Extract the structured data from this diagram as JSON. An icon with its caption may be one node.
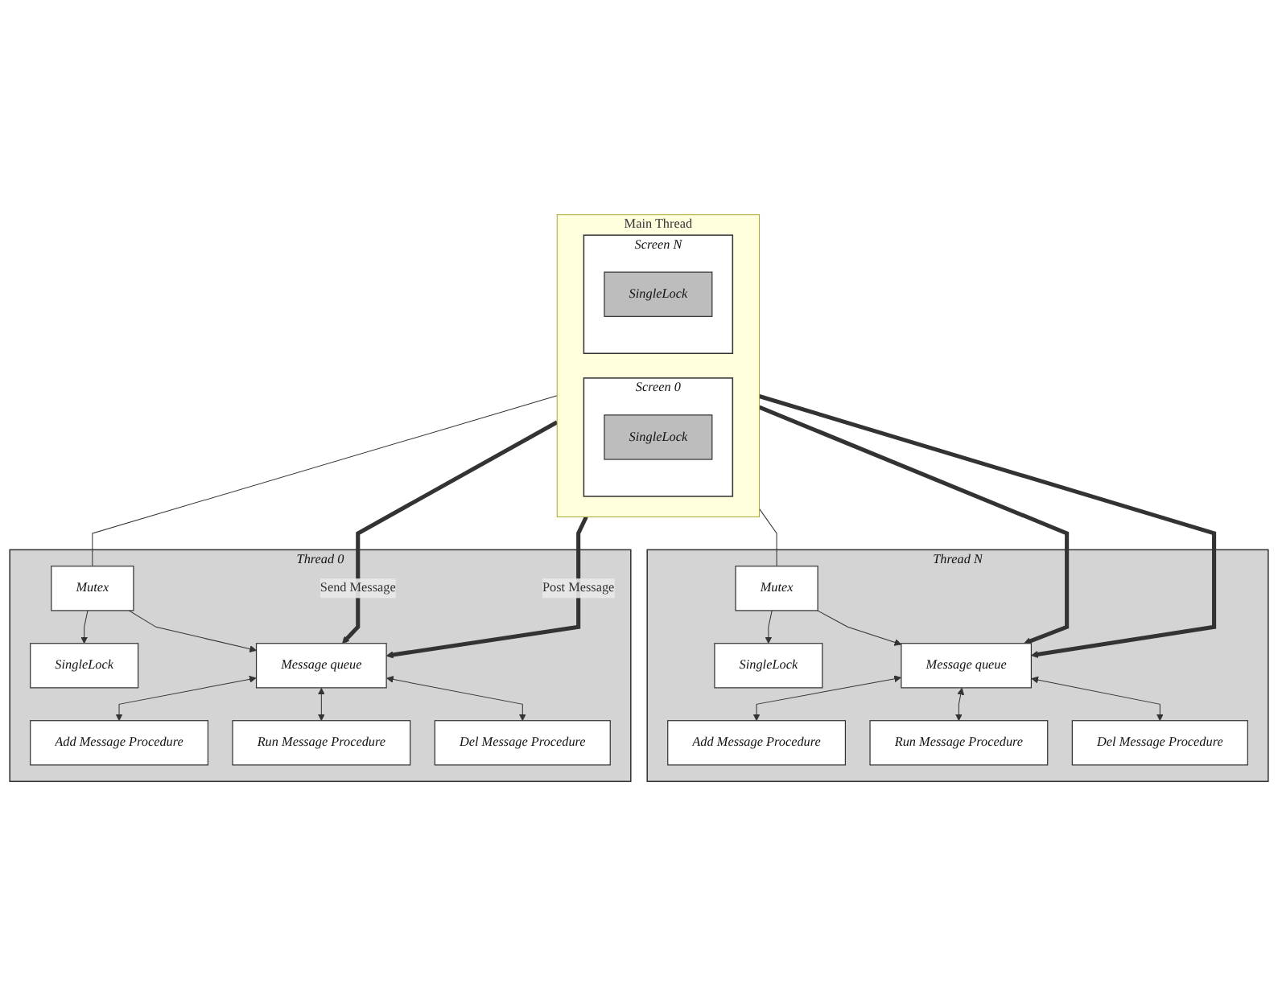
{
  "diagram": {
    "nodes": [
      {
        "text": [
          "Main Thread"
        ]
      },
      {
        "text": [
          "Screen 0"
        ],
        "in": 0
      },
      {
        "text": [
          "SingleLock"
        ],
        "in": 1
      },
      {
        "text": [
          "Screen N"
        ],
        "in": 0
      },
      {
        "text": [
          "SingleLock"
        ],
        "in": 3
      },
      {
        "text": [
          "Thread 0"
        ]
      },
      {
        "text": [
          "Mutex"
        ],
        "in": 5
      },
      {
        "text": [
          "Message queue"
        ],
        "in": 5
      },
      {
        "text": [
          "SingleLock"
        ],
        "in": 5
      },
      {
        "text": [
          "Add Message Procedure"
        ],
        "in": 5
      },
      {
        "text": [
          "Run Message Procedure"
        ],
        "in": 5
      },
      {
        "text": [
          "Del Message Procedure"
        ],
        "in": 5
      },
      {
        "text": [
          "Thread N"
        ]
      },
      {
        "text": [
          "Mutex"
        ],
        "in": 12
      },
      {
        "text": [
          "Message queue"
        ],
        "in": 12
      },
      {
        "text": [
          "SingleLock"
        ],
        "in": 12
      },
      {
        "text": [
          "Add Message Procedure"
        ],
        "in": 12
      },
      {
        "text": [
          "Run Message Procedure"
        ],
        "in": 12
      },
      {
        "text": [
          "Del Message Procedure"
        ],
        "in": 12
      }
    ],
    "edges": [
      {
        "from": 0,
        "to": 6,
        "arrow": "none"
      },
      {
        "from": 0,
        "to": 7,
        "arrow": "to",
        "style": "thick",
        "label": "Send Message"
      },
      {
        "from": 0,
        "to": 7,
        "arrow": "to",
        "style": "thick",
        "label": "Post Message"
      },
      {
        "from": 0,
        "to": 13,
        "arrow": "none"
      },
      {
        "from": 0,
        "to": 14,
        "arrow": "to",
        "style": "thick"
      },
      {
        "from": 0,
        "to": 14,
        "arrow": "to",
        "style": "thick"
      },
      {
        "from": 6,
        "to": 8,
        "arrow": "to"
      },
      {
        "from": 6,
        "to": 7,
        "arrow": "to"
      },
      {
        "from": 7,
        "to": 9,
        "arrow": "both"
      },
      {
        "from": 7,
        "to": 10,
        "arrow": "both"
      },
      {
        "from": 7,
        "to": 11,
        "arrow": "both"
      },
      {
        "from": 13,
        "to": 15,
        "arrow": "to"
      },
      {
        "from": 13,
        "to": 14,
        "arrow": "to"
      },
      {
        "from": 14,
        "to": 16,
        "arrow": "both"
      },
      {
        "from": 14,
        "to": 17,
        "arrow": "both"
      },
      {
        "from": 14,
        "to": 18,
        "arrow": "both"
      }
    ]
  }
}
